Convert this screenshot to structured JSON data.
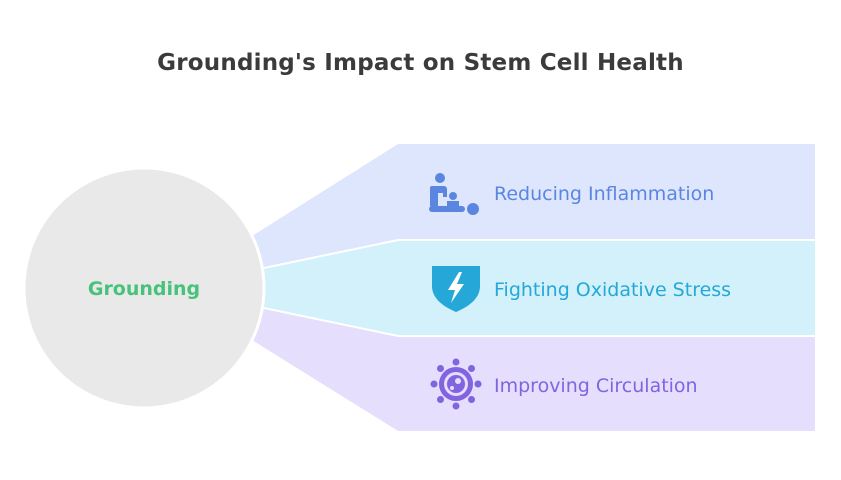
{
  "title": "Grounding's Impact on Stem Cell Health",
  "hub": {
    "label": "Grounding",
    "color": "#47c27a",
    "fill": "#e9e9e9"
  },
  "branches": [
    {
      "label": "Reducing Inflammation",
      "icon": "massage-therapy-icon",
      "fill": "#dde6fd",
      "text_color": "#5b86e0",
      "icon_color": "#5b86e0"
    },
    {
      "label": "Fighting Oxidative Stress",
      "icon": "shield-bolt-icon",
      "fill": "#d2f1fb",
      "text_color": "#25a7d8",
      "icon_color": "#25a7d8"
    },
    {
      "label": "Improving Circulation",
      "icon": "virus-cell-icon",
      "fill": "#e5defc",
      "text_color": "#8064e0",
      "icon_color": "#8064e0"
    }
  ]
}
